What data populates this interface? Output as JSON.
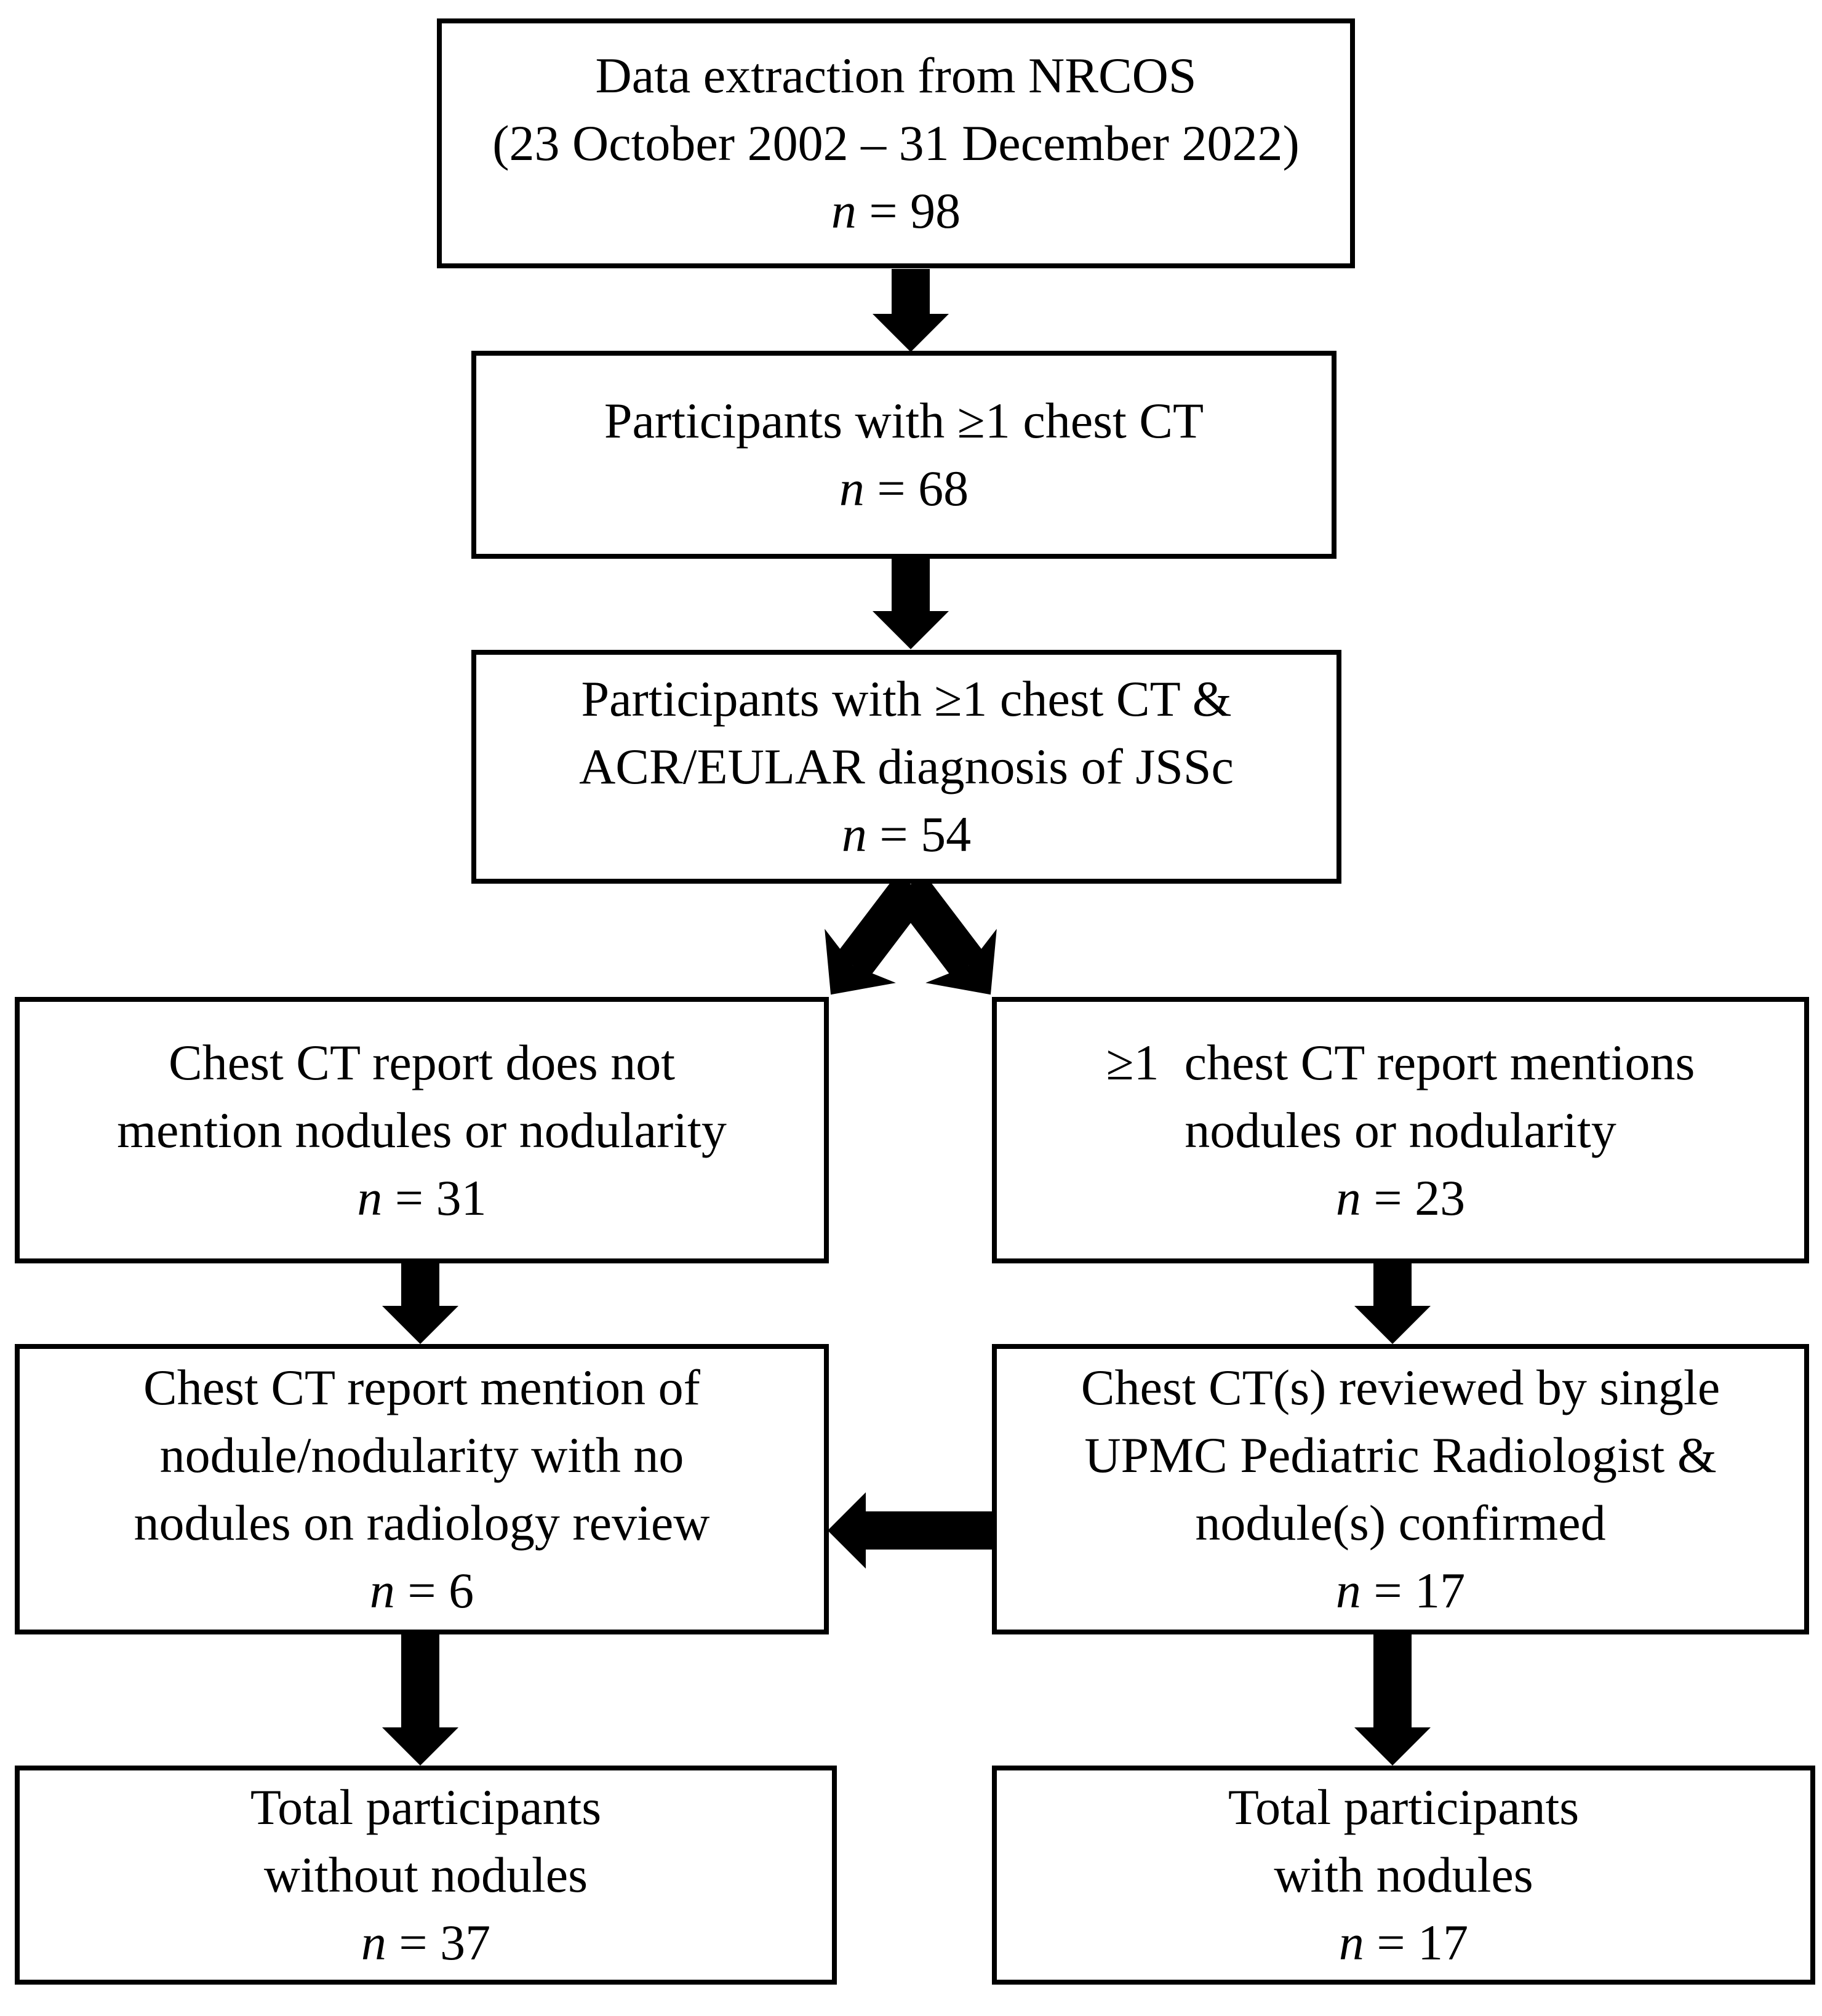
{
  "colors": {
    "ink": "#000000",
    "paper": "#ffffff"
  },
  "boxes": {
    "extraction": {
      "lines": [
        "Data extraction from NRCOS",
        "(23 October 2002 – 31 December 2022)"
      ],
      "n": {
        "label": "n",
        "rest": " = 98"
      }
    },
    "chest_ct": {
      "lines": [
        "Participants with ≥1 chest CT"
      ],
      "n": {
        "label": "n",
        "rest": " = 68"
      }
    },
    "jssc": {
      "lines": [
        "Participants with ≥1 chest CT &",
        "ACR/EULAR diagnosis of JSSc"
      ],
      "n": {
        "label": "n",
        "rest": " = 54"
      }
    },
    "no_mention": {
      "lines": [
        "Chest CT report does not",
        "mention nodules or nodularity"
      ],
      "n": {
        "label": "n",
        "rest": " = 31"
      }
    },
    "mentions": {
      "lines": [
        "≥1  chest CT report mentions",
        "nodules or nodularity"
      ],
      "n": {
        "label": "n",
        "rest": " = 23"
      }
    },
    "review_negative": {
      "lines": [
        "Chest CT report mention of",
        "nodule/nodularity with no",
        "nodules on radiology review"
      ],
      "n": {
        "label": "n",
        "rest": " = 6"
      }
    },
    "confirmed": {
      "lines": [
        "Chest CT(s) reviewed by single",
        "UPMC Pediatric Radiologist &",
        "nodule(s) confirmed"
      ],
      "n": {
        "label": "n",
        "rest": " = 17"
      }
    },
    "total_without": {
      "lines": [
        "Total participants",
        "without nodules"
      ],
      "n": {
        "label": "n",
        "rest": " = 37"
      }
    },
    "total_with": {
      "lines": [
        "Total participants",
        "with nodules"
      ],
      "n": {
        "label": "n",
        "rest": " = 17"
      }
    }
  }
}
